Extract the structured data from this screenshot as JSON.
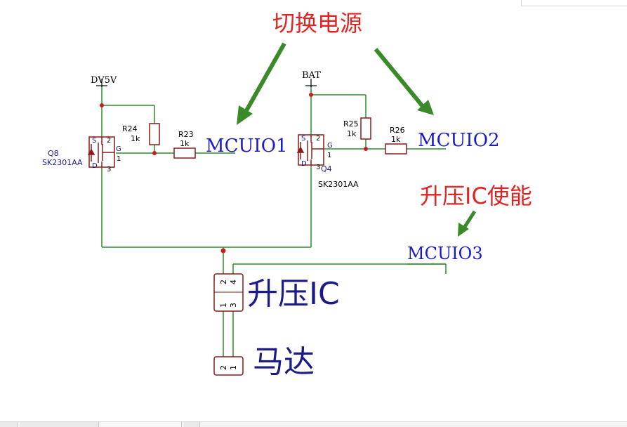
{
  "annotations": {
    "switch_power": "切换电源",
    "boost_enable": "升压IC使能",
    "boost_ic": "升压IC",
    "motor": "马达"
  },
  "nets": {
    "dv5v": "DV5V",
    "bat": "BAT",
    "mcuio1": "MCUIO1",
    "mcuio2": "MCUIO2",
    "mcuio3": "MCUIO3"
  },
  "components": {
    "q8": {
      "ref": "Q8",
      "part": "SK2301AA"
    },
    "q4": {
      "ref": "Q4",
      "part": "SK2301AA"
    },
    "r24": {
      "ref": "R24",
      "value": "1k"
    },
    "r23": {
      "ref": "R23",
      "value": "1k"
    },
    "r25": {
      "ref": "R25",
      "value": "1k"
    },
    "r26": {
      "ref": "R26",
      "value": "1k"
    }
  },
  "pins": {
    "s": "S",
    "g": "G",
    "d": "D",
    "p1": "1",
    "p2": "2",
    "p3": "3",
    "p4": "4"
  },
  "colors": {
    "wire": "#2e8b2e",
    "component": "#8b1a1a",
    "net_label": "#1a1acd",
    "annotation": "#e52222",
    "arrow": "#3a8a2a",
    "text": "#000000",
    "mosfet_text": "#1a1a8b"
  }
}
